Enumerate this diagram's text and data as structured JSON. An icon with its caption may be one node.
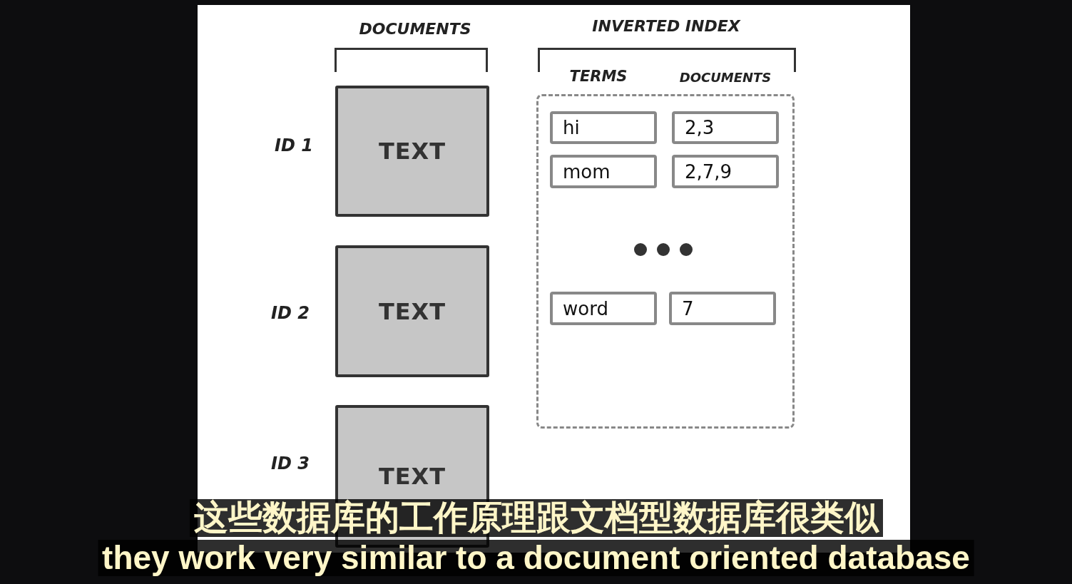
{
  "diagram": {
    "nodes": [
      {
        "text": [
          "TEXT"
        ],
        "beside": [
          "ID 1"
        ]
      },
      {
        "text": [
          "TEXT"
        ],
        "beside": [
          "ID 2"
        ]
      },
      {
        "text": [
          "TEXT"
        ],
        "beside": [
          "ID 3"
        ]
      },
      {
        "text": [],
        "shape": "box"
      },
      {
        "text": [
          "hi"
        ],
        "in": 3
      },
      {
        "text": [
          "2,3"
        ],
        "in": 3
      },
      {
        "text": [
          "mom"
        ],
        "in": 3
      },
      {
        "text": [
          "2,7,9"
        ],
        "in": 3
      },
      {
        "text": [
          "word"
        ],
        "in": 3
      },
      {
        "text": [
          "7"
        ],
        "in": 3
      }
    ],
    "edges": [],
    "labels": [
      "INVERTED INDEX",
      "DOCUMENTS",
      "TERMS",
      "DOCUMENTS",
      "这些数据库的工作原理跟文档型数据库很类似",
      "they work very similar to a document oriented database"
    ]
  }
}
